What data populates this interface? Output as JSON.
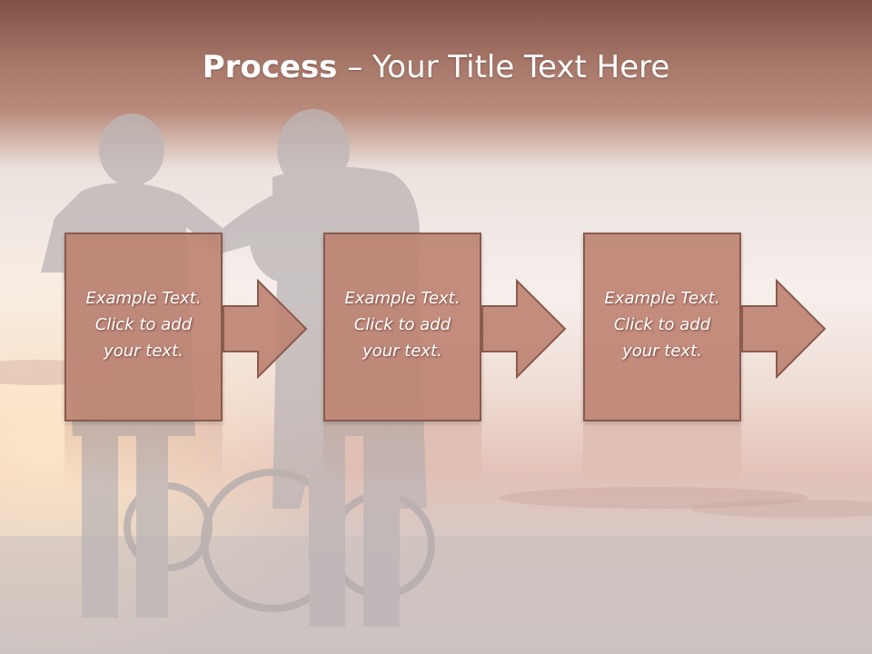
{
  "slide": {
    "title_bold": "Process",
    "title_rest": " – Your Title Text Here",
    "steps": [
      {
        "line1": "Example Text.",
        "line2": "Click  to add",
        "line3": "your text."
      },
      {
        "line1": "Example Text.",
        "line2": "Click  to add",
        "line3": "your text."
      },
      {
        "line1": "Example Text.",
        "line2": "Click  to add",
        "line3": "your text."
      }
    ]
  },
  "colors": {
    "header": "#7f5147",
    "box_fill": "#be8474",
    "box_border": "#8a5a4e"
  },
  "background": {
    "description_icon": "cyclists-silhouette-sunset"
  }
}
